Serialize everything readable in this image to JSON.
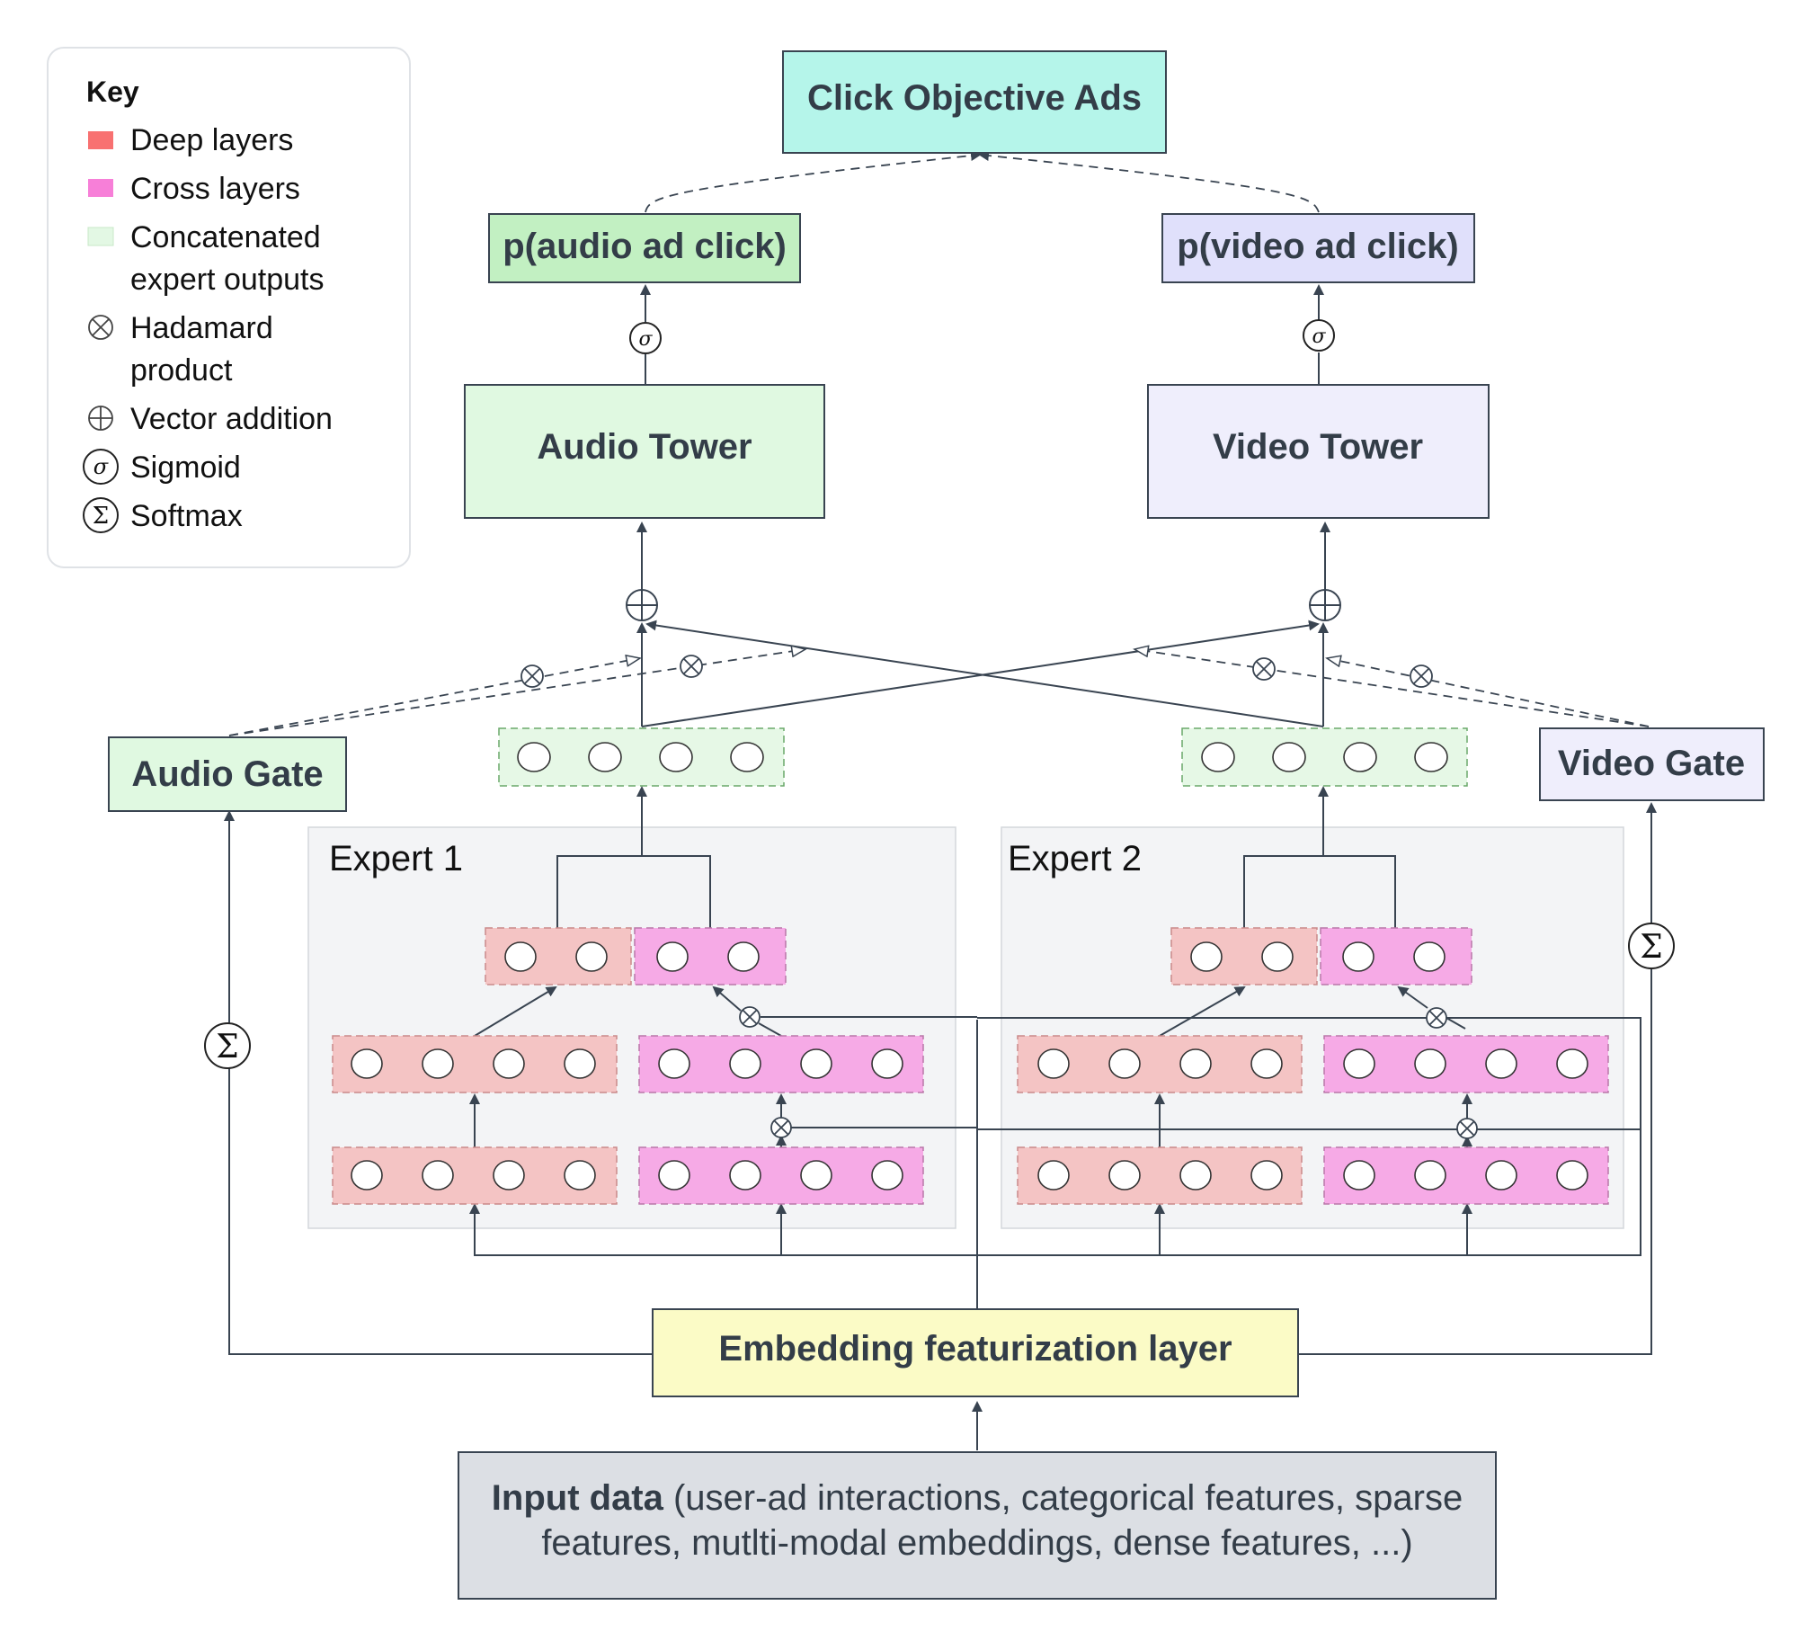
{
  "key": {
    "title": "Key",
    "items": [
      {
        "label": "Deep layers",
        "symbol": "swatch",
        "color": "#f87171"
      },
      {
        "label": "Cross layers",
        "symbol": "swatch",
        "color": "#f77fd8"
      },
      {
        "label": "Concatenated",
        "label2": "expert outputs",
        "symbol": "swatch",
        "color": "#e3f8e4"
      },
      {
        "label": "Hadamard",
        "label2": "product",
        "symbol": "hadamard"
      },
      {
        "label": "Vector addition",
        "symbol": "plus"
      },
      {
        "label": "Sigmoid",
        "symbol": "sigma-lower"
      },
      {
        "label": "Softmax",
        "symbol": "sigma-upper"
      }
    ]
  },
  "nodes": {
    "objective": "Click Objective Ads",
    "audio_prob": "p(audio ad click)",
    "video_prob": "p(video ad click)",
    "audio_tower": "Audio Tower",
    "video_tower": "Video Tower",
    "audio_gate": "Audio Gate",
    "video_gate": "Video Gate",
    "expert1": "Expert 1",
    "expert2": "Expert 2",
    "embedding": "Embedding featurization layer",
    "input_bold": "Input data",
    "input_rest": " (user-ad interactions, categorical features, sparse",
    "input_line2": "features, mutlti-modal embeddings, dense features, ...)"
  },
  "symbols": {
    "sigmoid": "σ",
    "softmax": "Σ"
  },
  "colors": {
    "objective": "#b5f5ea",
    "audio": "#e0f9e1",
    "audio_prob": "#c2f0c2",
    "video": "#efeefc",
    "video_prob": "#e0e0fb",
    "embedding": "#fbfbc6",
    "input": "#dcdfe4",
    "deep": "#f4c4c4",
    "cross": "#f6aae6",
    "expert_bg": "#f3f4f6",
    "concat": "#e6f8e6",
    "stroke": "#394451"
  }
}
